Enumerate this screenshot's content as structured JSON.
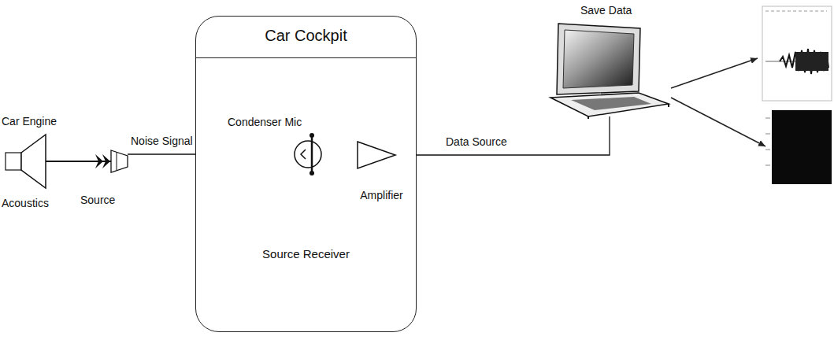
{
  "diagram": {
    "nodes": [
      {
        "text": [
          "Car Cockpit",
          "Source Receiver"
        ]
      },
      {
        "text": [
          "Condenser Mic"
        ],
        "in": 0
      },
      {
        "text": [
          "Amplifier"
        ],
        "in": 0
      },
      {
        "text": [
          "Car Engine",
          "Acoustics"
        ]
      },
      {
        "text": [
          "Source"
        ]
      },
      {
        "text": [
          "Save Data"
        ]
      }
    ],
    "edges": [
      {
        "from": 3,
        "to": 4,
        "arrow": "to"
      },
      {
        "from": 4,
        "to": 1,
        "label": "Noise Signal",
        "arrow": "none"
      },
      {
        "from": 1,
        "to": 2,
        "arrow": "none"
      },
      {
        "from": 2,
        "to": 5,
        "label": "Data Source",
        "arrow": "none"
      }
    ]
  }
}
